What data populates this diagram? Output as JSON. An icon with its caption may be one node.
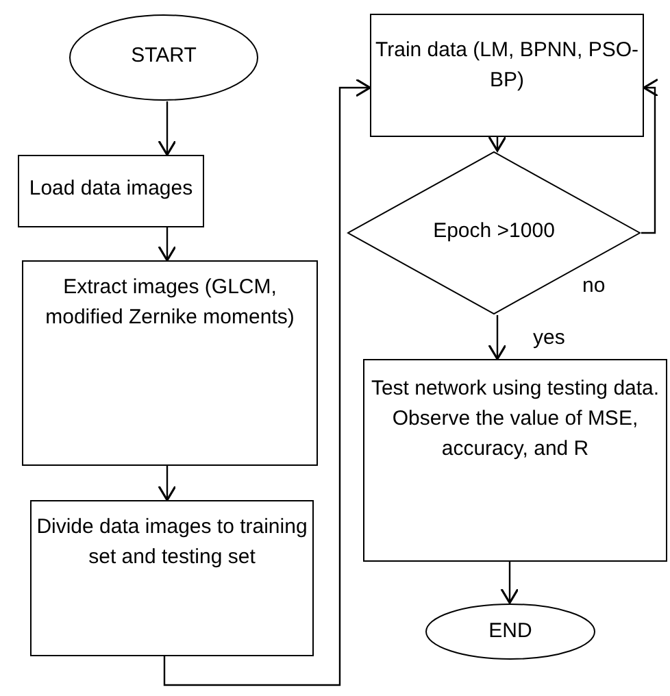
{
  "diagram": {
    "nodes": [
      {
        "text": [
          "START"
        ]
      },
      {
        "text": [
          "Load data images"
        ]
      },
      {
        "text": [
          "Extract images (GLCM, modified Zernike moments)"
        ]
      },
      {
        "text": [
          "Divide data images to training set and testing set"
        ]
      },
      {
        "text": [
          "Train data (LM, BPNN, PSO-BP)"
        ]
      },
      {
        "text": [
          "Epoch >1000"
        ]
      },
      {
        "text": [
          "Test network using testing data. Observe the value of MSE, accuracy, and R"
        ]
      },
      {
        "text": [
          "END"
        ]
      }
    ],
    "edges": [
      {
        "from": 0,
        "to": 1,
        "arrow": "to"
      },
      {
        "from": 1,
        "to": 2,
        "arrow": "to"
      },
      {
        "from": 2,
        "to": 3,
        "arrow": "to"
      },
      {
        "from": 3,
        "to": 4,
        "arrow": "to"
      },
      {
        "from": 4,
        "to": 5,
        "arrow": "to"
      },
      {
        "from": 5,
        "to": 4,
        "arrow": "to",
        "label": "no"
      },
      {
        "from": 5,
        "to": 6,
        "arrow": "to",
        "label": "yes"
      },
      {
        "from": 6,
        "to": 7,
        "arrow": "to"
      }
    ]
  }
}
